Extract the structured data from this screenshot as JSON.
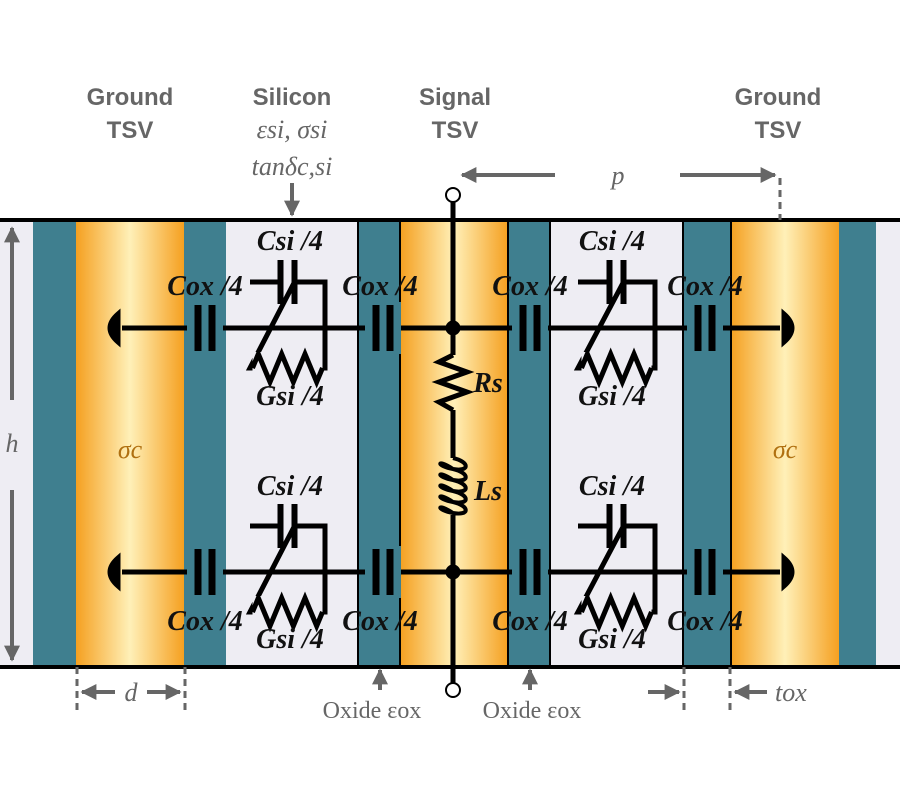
{
  "colors": {
    "oxide": "#3f7f8f",
    "silicon": "#eeedf3",
    "copper_edge": "#f5a020",
    "copper_center": "#fff0b8",
    "wire": "#000000",
    "annotation": "#666666"
  },
  "labels": {
    "ground_left": [
      "Ground",
      "TSV"
    ],
    "silicon": [
      "Silicon",
      "εsi, σsi",
      "tanδc,si"
    ],
    "signal": [
      "Signal",
      "TSV"
    ],
    "ground_right": [
      "Ground",
      "TSV"
    ],
    "pitch": "p",
    "height": "h",
    "diameter": "d",
    "oxide_thickness": "tox",
    "oxide": "Oxide εox",
    "conductivity": "σc",
    "cox": "Cox /4",
    "csi": "Csi /4",
    "gsi": "Gsi /4",
    "rs": "Rs",
    "ls": "Ls"
  }
}
